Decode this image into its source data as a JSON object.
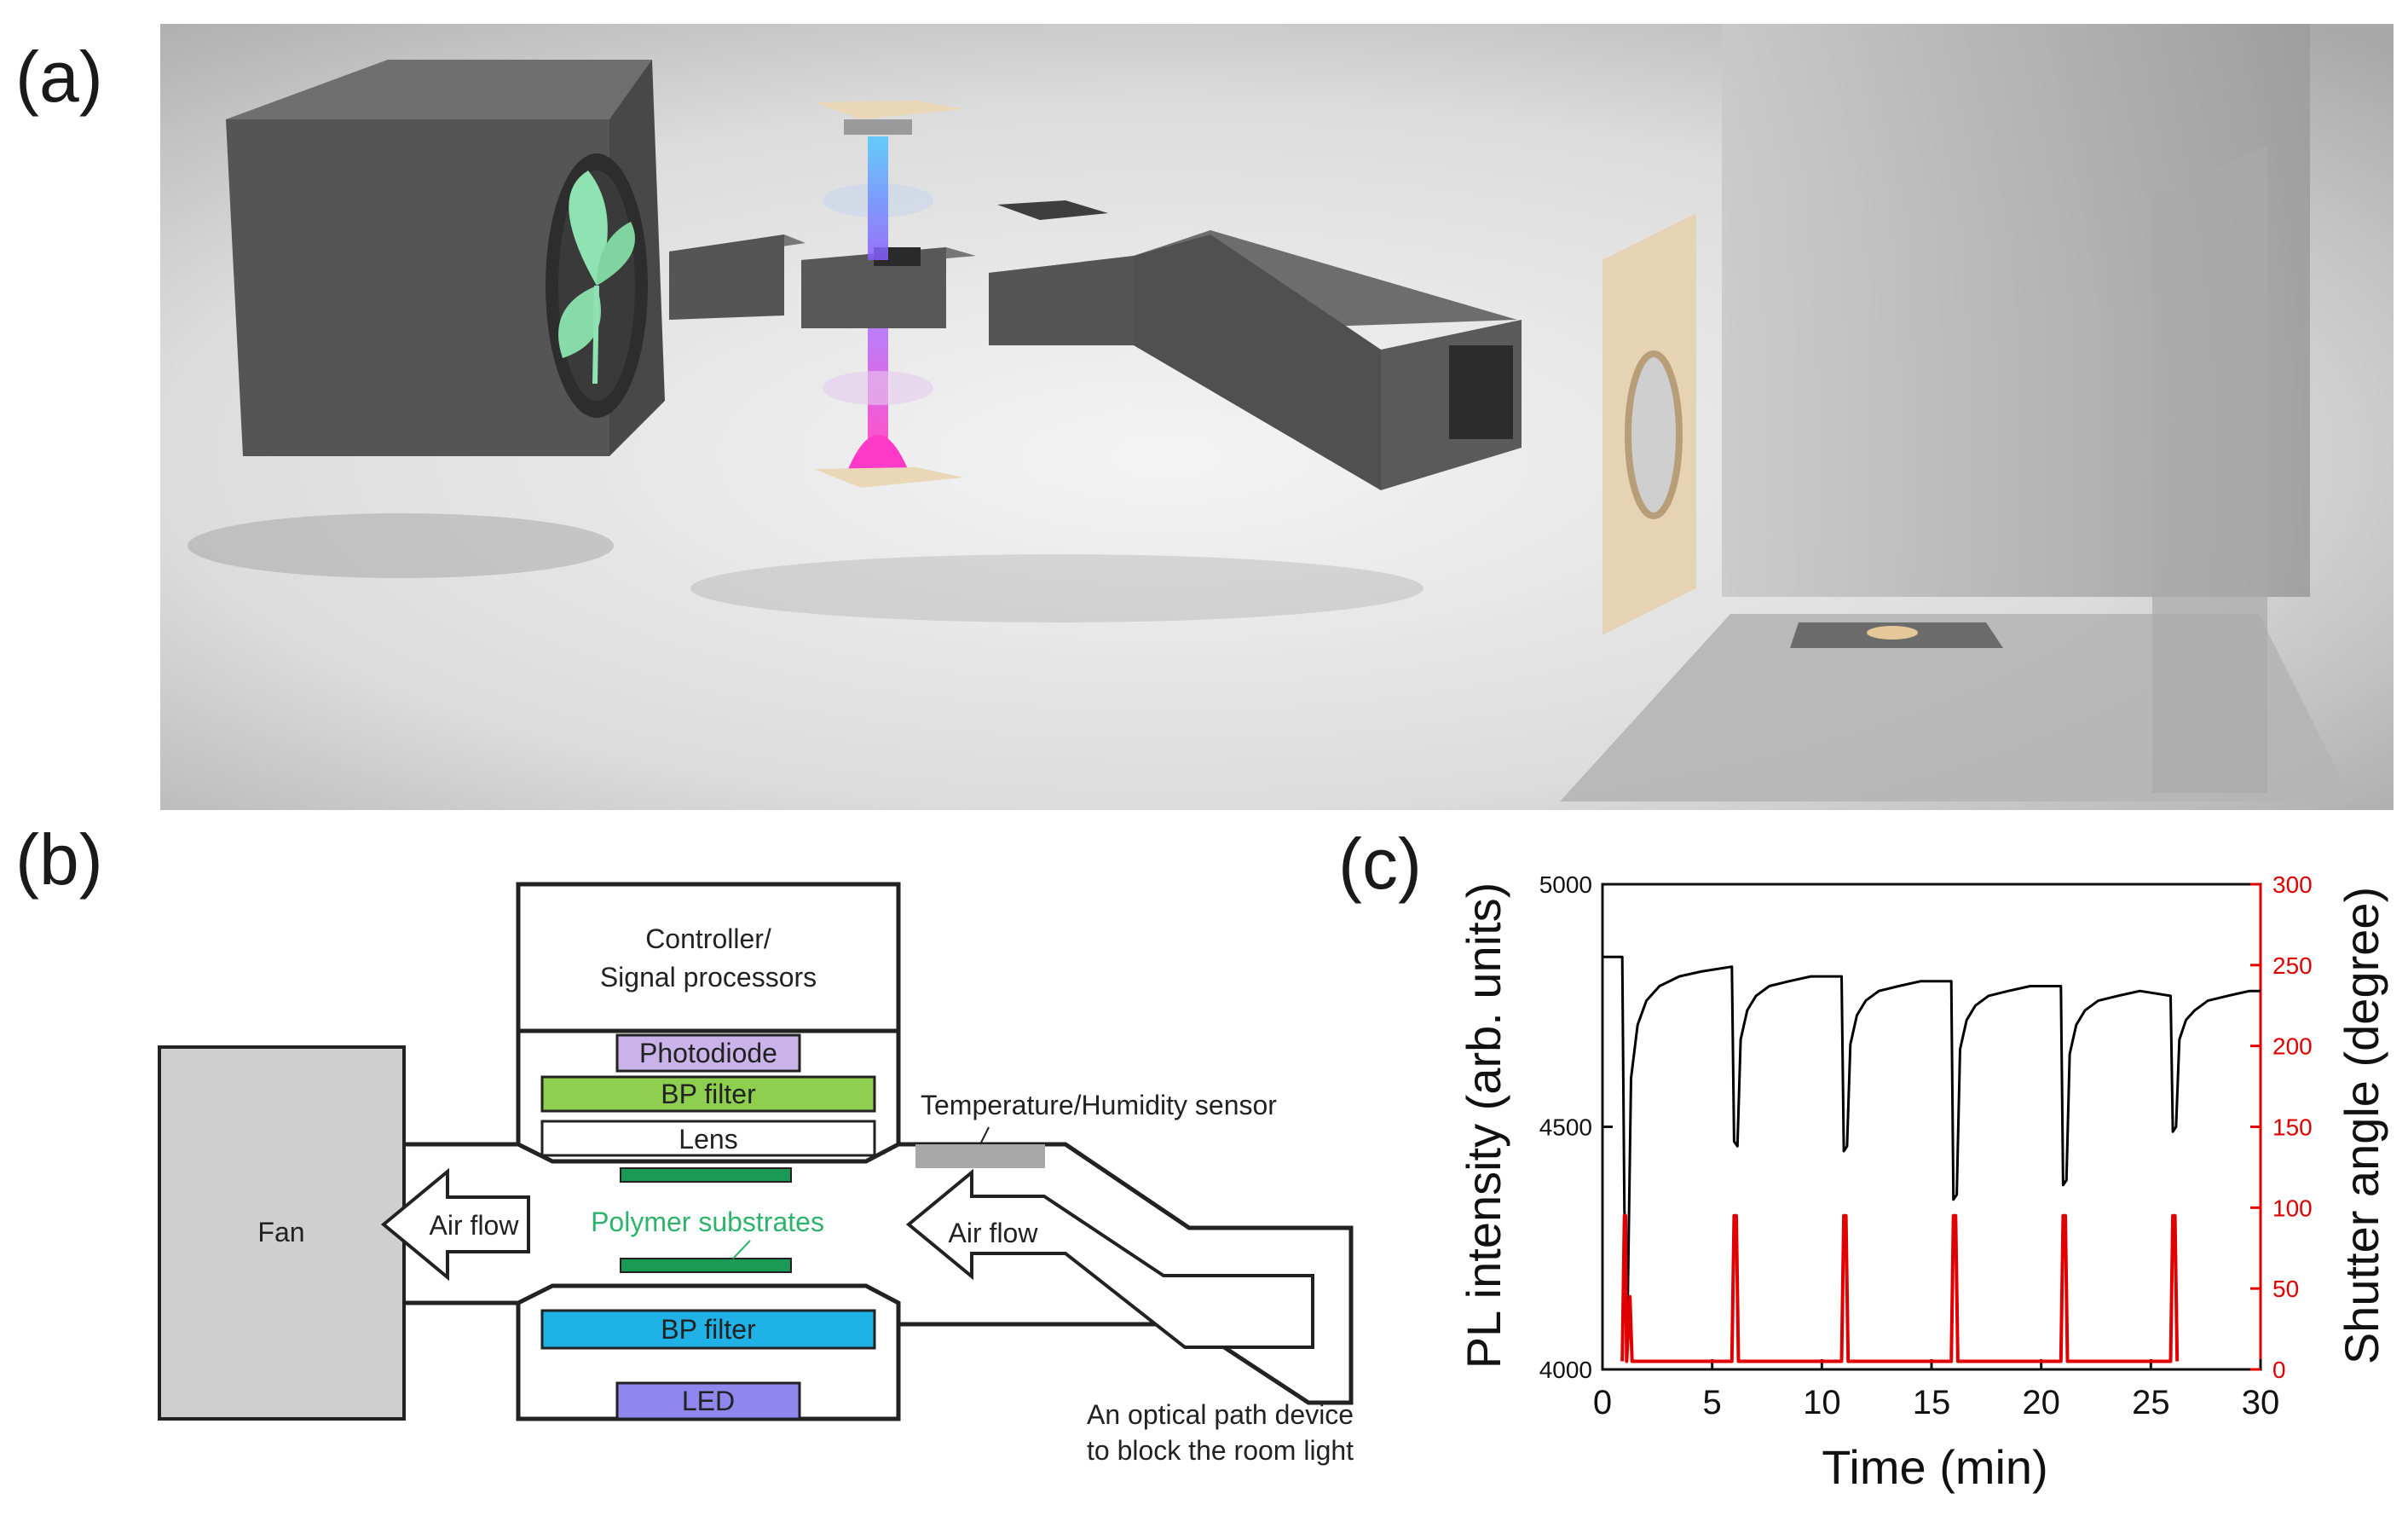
{
  "figure": {
    "panel_labels": {
      "a": "(a)",
      "b": "(b)",
      "c": "(c)"
    }
  },
  "schematic": {
    "fan": "Fan",
    "air_flow_left": "Air flow",
    "air_flow_right": "Air flow",
    "controller_line1": "Controller/",
    "controller_line2": "Signal processors",
    "photodiode": "Photodiode",
    "bp_filter_top": "BP filter",
    "lens": "Lens",
    "polymer_substrates": "Polymer substrates",
    "bp_filter_bottom": "BP filter",
    "led": "LED",
    "sensor": "Temperature/Humidity sensor",
    "optical_path_line1": "An optical path device",
    "optical_path_line2": "to block the room light"
  },
  "colors": {
    "fan_gray": "#cfcfcf",
    "photodiode": "#c9b3e8",
    "bp_filter_top": "#8ecf4f",
    "bp_filter_bottom": "#1fb2e6",
    "led": "#8f86ee",
    "substrate": "#1a9a55",
    "polymer_text": "#2db36b",
    "sensor": "#a8a8a8",
    "pl_line": "#000000",
    "shutter_line": "#e00000"
  },
  "chart_data": {
    "type": "line",
    "xlabel": "Time (min)",
    "ylabel_left": "PL intensity (arb. units)",
    "ylabel_right": "Shutter angle (degree)",
    "xlim": [
      0,
      30
    ],
    "ylim_left": [
      4000,
      5000
    ],
    "ylim_right": [
      0,
      300
    ],
    "x_ticks": [
      "0",
      "5",
      "10",
      "15",
      "20",
      "25",
      "30"
    ],
    "y_ticks_left": [
      "4000",
      "4500",
      "5000"
    ],
    "y_ticks_right": [
      "0",
      "50",
      "100",
      "150",
      "200",
      "250",
      "300"
    ],
    "series": [
      {
        "axis": "left",
        "color": "#000000",
        "x": [
          0,
          0.9,
          1.0,
          1.15,
          1.3,
          1.6,
          2.0,
          2.6,
          3.5,
          4.5,
          5.9,
          6.0,
          6.15,
          6.3,
          6.6,
          7.0,
          7.6,
          8.5,
          9.5,
          10.9,
          11.0,
          11.15,
          11.3,
          11.6,
          12.0,
          12.6,
          13.5,
          14.5,
          15.9,
          16.0,
          16.15,
          16.3,
          16.6,
          17.0,
          17.6,
          18.5,
          19.5,
          20.9,
          21.0,
          21.15,
          21.3,
          21.6,
          22.0,
          22.6,
          23.5,
          24.5,
          25.9,
          26.0,
          26.15,
          26.3,
          26.6,
          27.0,
          27.6,
          28.5,
          29.5,
          30
        ],
        "y": [
          4850,
          4850,
          4330,
          4140,
          4600,
          4710,
          4760,
          4790,
          4810,
          4820,
          4830,
          4470,
          4460,
          4680,
          4740,
          4770,
          4790,
          4800,
          4810,
          4810,
          4450,
          4460,
          4670,
          4730,
          4760,
          4780,
          4790,
          4800,
          4800,
          4350,
          4360,
          4660,
          4720,
          4750,
          4770,
          4780,
          4790,
          4790,
          4380,
          4390,
          4650,
          4710,
          4740,
          4760,
          4770,
          4780,
          4770,
          4490,
          4500,
          4680,
          4720,
          4740,
          4760,
          4770,
          4780,
          4780
        ]
      },
      {
        "axis": "right",
        "color": "#e00000",
        "x": [
          0.9,
          1.0,
          1.05,
          1.1,
          1.25,
          1.35,
          5.9,
          6.0,
          6.1,
          6.2,
          10.9,
          11.0,
          11.1,
          11.2,
          15.9,
          16.0,
          16.1,
          16.2,
          20.9,
          21.0,
          21.1,
          21.2,
          25.9,
          26.0,
          26.1,
          26.2
        ],
        "y": [
          5,
          95,
          95,
          5,
          45,
          5,
          5,
          95,
          95,
          5,
          5,
          95,
          95,
          5,
          5,
          95,
          95,
          5,
          5,
          95,
          95,
          5,
          5,
          95,
          95,
          5
        ]
      }
    ]
  }
}
